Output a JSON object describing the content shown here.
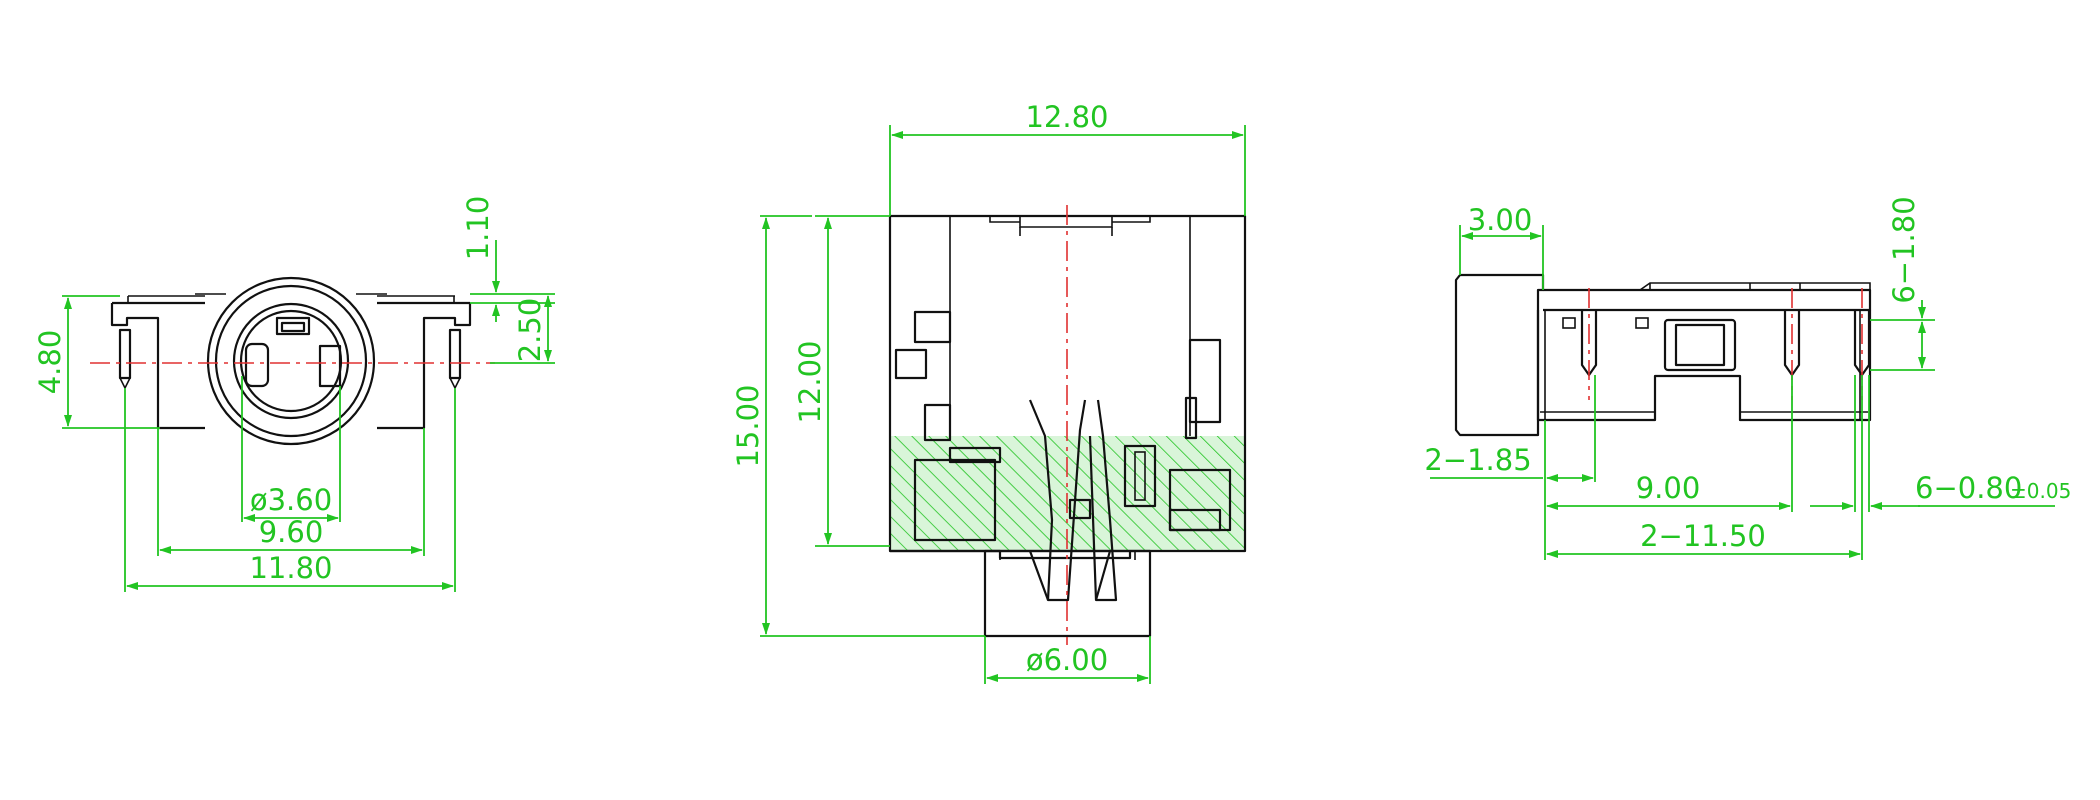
{
  "colors": {
    "dimension": "#22c422",
    "outline": "#111111",
    "centerline": "#e03030",
    "hatch": "#22c422",
    "background": "#ffffff"
  },
  "views": {
    "front": {
      "dim_1_10": "1.10",
      "dim_2_50": "2.50",
      "dim_4_80": "4.80",
      "dim_dia_3_60": "ø3.60",
      "dim_9_60": "9.60",
      "dim_11_80": "11.80"
    },
    "top": {
      "dim_12_80": "12.80",
      "dim_12_00": "12.00",
      "dim_15_00": "15.00",
      "dim_dia_6_00": "ø6.00"
    },
    "side": {
      "dim_3_00": "3.00",
      "dim_6_1_80": "6−1.80",
      "dim_2_1_85": "2−1.85",
      "dim_9_00": "9.00",
      "dim_6_0_80": "6−0.80",
      "dim_tol": "±0.05",
      "dim_2_11_50": "2−11.50"
    }
  }
}
